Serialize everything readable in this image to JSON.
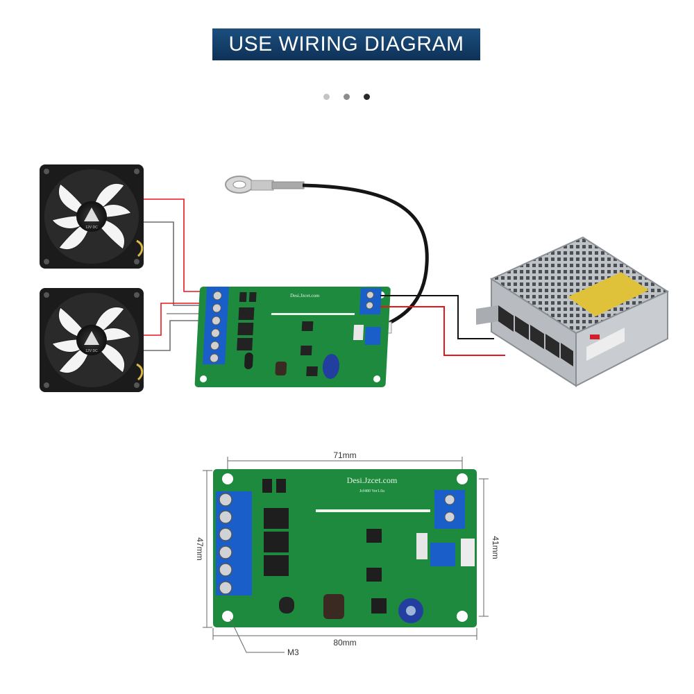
{
  "header": {
    "title": "USE WIRING DIAGRAM"
  },
  "pager": {
    "dots": [
      "#c4c4c4",
      "#8c8c8c",
      "#2a2a2a"
    ]
  },
  "board": {
    "brand": "Desi.Jzcet.com",
    "model": "Jcf480 Ver1.0a"
  },
  "dimensions": {
    "top_width": "71mm",
    "bottom_width": "80mm",
    "left_height": "47mm",
    "right_height": "41mm",
    "hole": "M3"
  },
  "colors": {
    "wire_red": "#e8141b",
    "wire_black": "#111111",
    "wire_gray": "#6e6e6e",
    "pcb_green": "#1d8a3e",
    "terminal_blue": "#1a5fc9",
    "banner_blue": "#123f6b"
  },
  "icons": {
    "fan": "fan-icon",
    "sensor": "thermistor-probe-icon",
    "psu": "power-supply-icon"
  }
}
